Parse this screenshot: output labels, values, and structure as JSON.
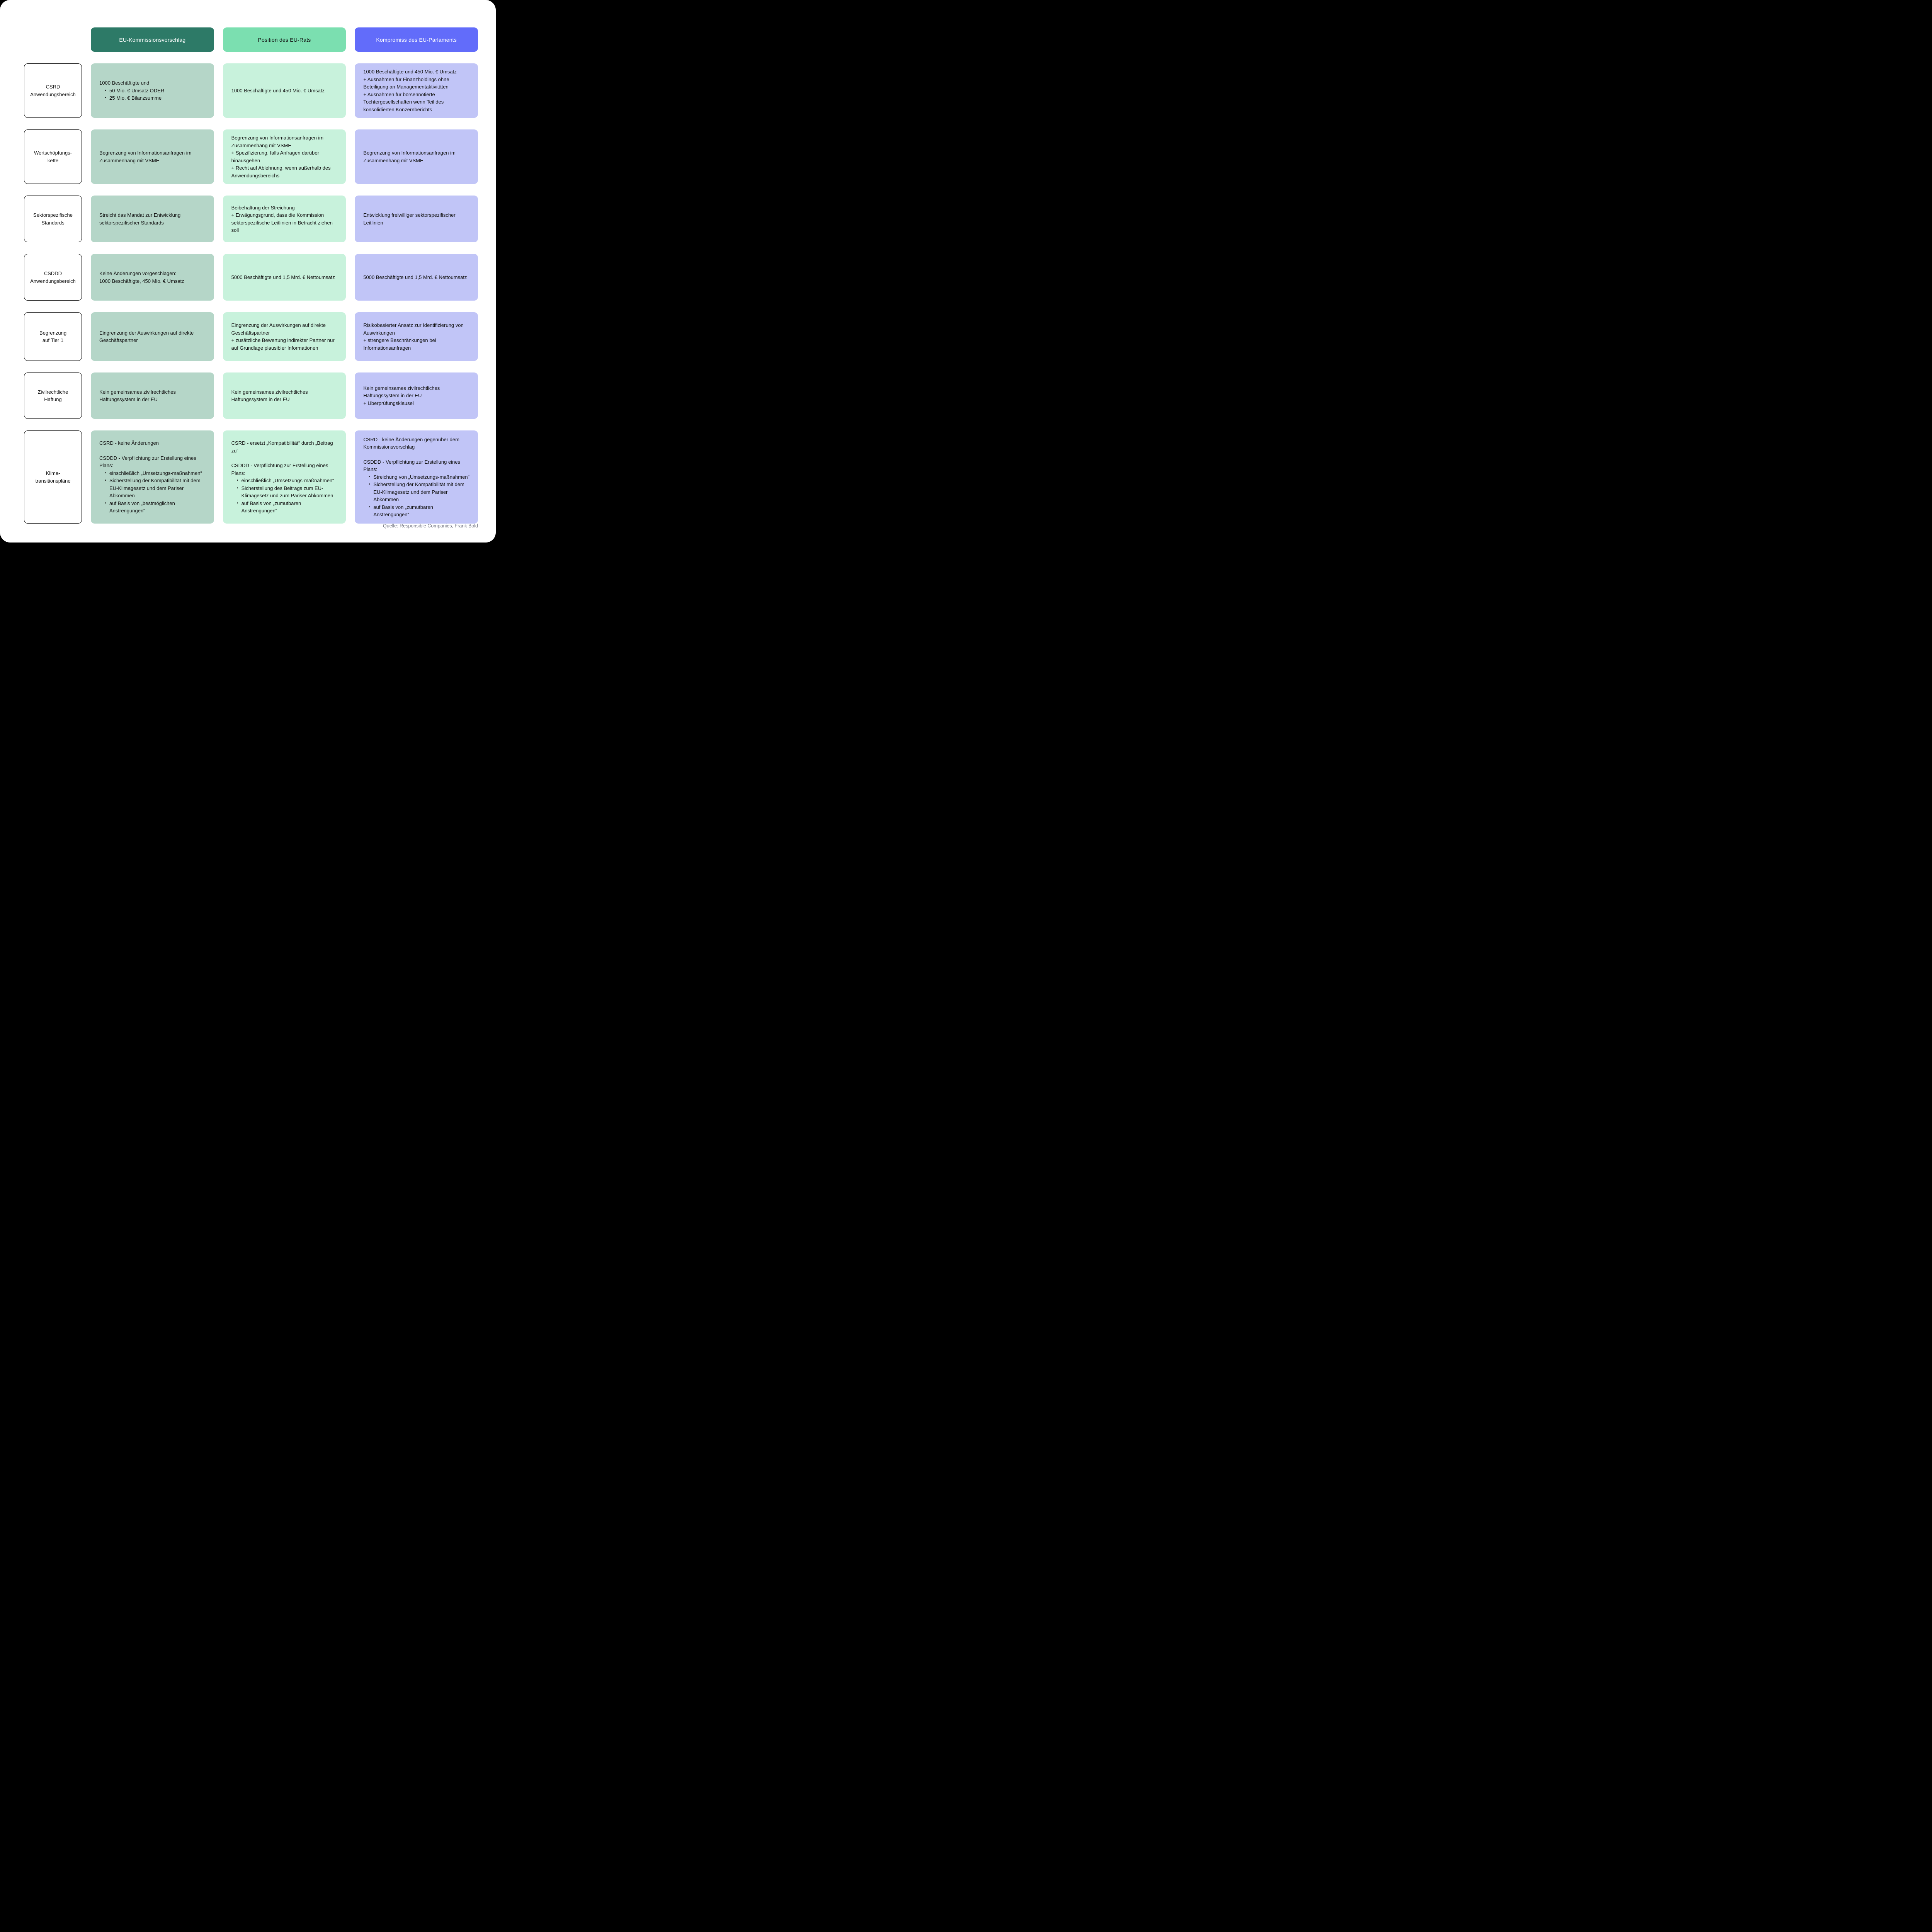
{
  "columns": [
    {
      "id": "commission",
      "label": "EU-Kommissionsvorschlag"
    },
    {
      "id": "council",
      "label": "Position des EU-Rats"
    },
    {
      "id": "parliament",
      "label": "Kompromiss des EU-Parlaments"
    }
  ],
  "rows": [
    {
      "label": "CSRD\nAnwendungsbereich",
      "commission": [
        {
          "type": "p",
          "text": "1000 Beschäftigte und"
        },
        {
          "type": "ul",
          "items": [
            "50 Mio. € Umsatz ODER",
            "25 Mio. € Bilanzsumme"
          ]
        }
      ],
      "council": [
        {
          "type": "p",
          "text": "1000 Beschäftigte und 450 Mio. € Umsatz"
        }
      ],
      "parliament": [
        {
          "type": "p",
          "text": "1000 Beschäftigte und 450 Mio. € Umsatz\n+ Ausnahmen für Finanzholdings ohne Beteiligung an Managementaktivitäten\n+ Ausnahmen für börsennotierte Tochtergesellschaften wenn Teil des konsolidierten Konzernberichts"
        }
      ]
    },
    {
      "label": "Wertschöpfungs-\nkette",
      "commission": [
        {
          "type": "p",
          "text": "Begrenzung von Informationsanfragen im Zusammenhang mit VSME"
        }
      ],
      "council": [
        {
          "type": "p",
          "text": "Begrenzung von Informationsanfragen im Zusammenhang mit VSME\n+ Spezifizierung, falls Anfragen darüber hinausgehen\n+ Recht auf Ablehnung, wenn außerhalb des Anwendungsbereichs"
        }
      ],
      "parliament": [
        {
          "type": "p",
          "text": "Begrenzung von Informationsanfragen im Zusammenhang mit VSME"
        }
      ]
    },
    {
      "label": "Sektorspezifische\nStandards",
      "commission": [
        {
          "type": "p",
          "text": "Streicht das Mandat zur Entwicklung sektorspezifischer Standards"
        }
      ],
      "council": [
        {
          "type": "p",
          "text": "Beibehaltung der Streichung\n+ Erwägungsgrund, dass die Kommission sektorspezifische Leitlinien in Betracht ziehen soll"
        }
      ],
      "parliament": [
        {
          "type": "p",
          "text": "Entwicklung freiwilliger sektorspezifischer Leitlinien"
        }
      ]
    },
    {
      "label": "CSDDD\nAnwendungsbereich",
      "commission": [
        {
          "type": "p",
          "text": "Keine Änderungen vorgeschlagen:\n1000 Beschäftigte, 450 Mio. € Umsatz"
        }
      ],
      "council": [
        {
          "type": "p",
          "text": "5000 Beschäftigte und 1,5 Mrd. € Nettoumsatz"
        }
      ],
      "parliament": [
        {
          "type": "p",
          "text": "5000 Beschäftigte und 1,5 Mrd. € Nettoumsatz"
        }
      ]
    },
    {
      "label": "Begrenzung\nauf Tier 1",
      "commission": [
        {
          "type": "p",
          "text": "Eingrenzung der Auswirkungen auf direkte Geschäftspartner"
        }
      ],
      "council": [
        {
          "type": "p",
          "text": "Eingrenzung der Auswirkungen auf direkte Geschäftspartner\n+ zusätzliche Bewertung indirekter Partner nur auf Grundlage plausibler Informationen"
        }
      ],
      "parliament": [
        {
          "type": "p",
          "text": "Risikobasierter Ansatz zur Identifizierung von Auswirkungen\n+ strengere Beschränkungen bei Informationsanfragen"
        }
      ]
    },
    {
      "label": "Zivilrechtliche\nHaftung",
      "commission": [
        {
          "type": "p",
          "text": "Kein gemeinsames zivilrechtliches Haftungssystem in der EU"
        }
      ],
      "council": [
        {
          "type": "p",
          "text": "Kein gemeinsames zivilrechtliches Haftungssystem in der EU"
        }
      ],
      "parliament": [
        {
          "type": "p",
          "text": "Kein gemeinsames zivilrechtliches Haftungssystem in der EU\n+ Überprüfungsklausel"
        }
      ]
    },
    {
      "label": "Klima-\ntransitionspläne",
      "commission": [
        {
          "type": "p",
          "text": "CSRD - keine Änderungen"
        },
        {
          "type": "p",
          "text": "CSDDD - Verpflichtung zur Erstellung eines Plans:"
        },
        {
          "type": "ul",
          "items": [
            "einschließlich „Umsetzungs-maßnahmen“",
            "Sicherstellung der Kompatibilität mit dem EU-Klimagesetz und dem Pariser Abkommen",
            "auf Basis von „bestmöglichen Anstrengungen“"
          ]
        }
      ],
      "council": [
        {
          "type": "p",
          "text": "CSRD - ersetzt „Kompatibilität“ durch „Beitrag zu“"
        },
        {
          "type": "p",
          "text": "CSDDD - Verpflichtung zur Erstellung eines Plans:"
        },
        {
          "type": "ul",
          "items": [
            "einschließlich „Umsetzungs-maßnahmen“",
            "Sicherstellung des Beitrags zum EU-Klimagesetz und zum Pariser Abkommen",
            "auf Basis von „zumutbaren Anstrengungen“"
          ]
        }
      ],
      "parliament": [
        {
          "type": "p",
          "text": "CSRD - keine Änderungen gegenüber dem Kommissionsvorschlag"
        },
        {
          "type": "p",
          "text": "CSDDD - Verpflichtung zur Erstellung eines Plans:"
        },
        {
          "type": "ul",
          "items": [
            "Streichung von „Umsetzungs-maßnahmen”",
            "Sicherstellung der Kompatibilität mit dem EU-Klimagesetz und dem Pariser Abkommen",
            "auf Basis von „zumutbaren Anstrengungen“"
          ]
        }
      ]
    }
  ],
  "source": "Quelle: Responsible Companies, Frank Bold",
  "colors": {
    "header_commission_bg": "#2D7A67",
    "header_commission_fg": "#FFFFFF",
    "header_council_bg": "#7BDFB0",
    "header_council_fg": "#111111",
    "header_parliament_bg": "#626CFA",
    "header_parliament_fg": "#FFFFFF",
    "cell_commission_bg": "#B5D6C8",
    "cell_council_bg": "#C8F2DC",
    "cell_parliament_bg": "#C1C5F7",
    "text": "#111111",
    "source_fg": "#6F7280",
    "canvas_bg": "#FFFFFF",
    "page_bg": "#000000",
    "label_border": "#111111"
  }
}
